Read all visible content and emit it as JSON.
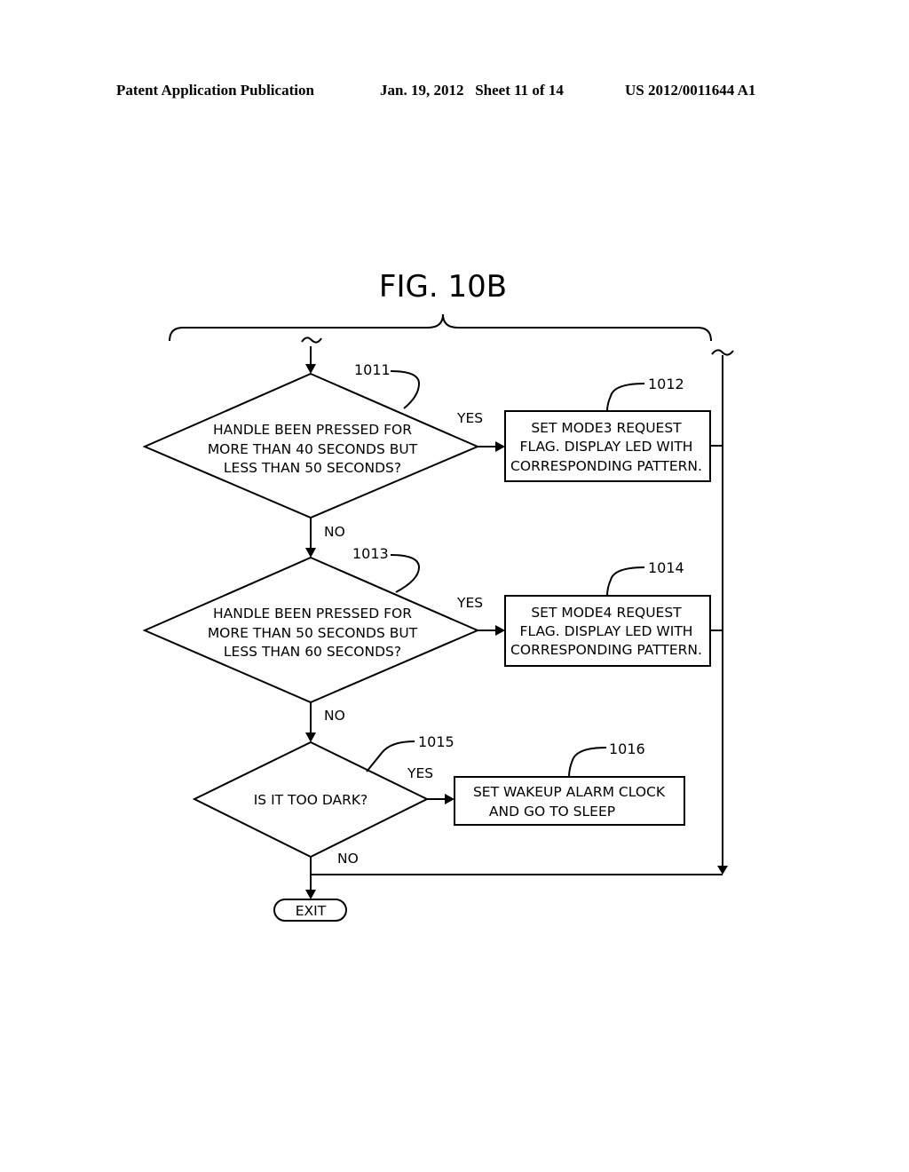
{
  "header": {
    "publication": "Patent Application Publication",
    "date_sheet": "Jan. 19, 2012   Sheet 11 of 14",
    "number": "US 2012/0011644 A1"
  },
  "figure": {
    "title": "FIG. 10B"
  },
  "nodes": {
    "d1011": {
      "ref": "1011",
      "lines": [
        "HANDLE  BEEN  PRESSED  FOR",
        "MORE  THAN  40  SECONDS  BUT",
        "LESS  THAN  50  SECONDS?"
      ]
    },
    "p1012": {
      "ref": "1012",
      "lines": [
        "SET  MODE3  REQUEST",
        "FLAG. DISPLAY  LED  WITH",
        "CORRESPONDING  PATTERN."
      ]
    },
    "d1013": {
      "ref": "1013",
      "lines": [
        "HANDLE  BEEN  PRESSED  FOR",
        "MORE  THAN  50  SECONDS  BUT",
        "LESS  THAN  60  SECONDS?"
      ]
    },
    "p1014": {
      "ref": "1014",
      "lines": [
        "SET  MODE4  REQUEST",
        "FLAG. DISPLAY  LED  WITH",
        "CORRESPONDING  PATTERN."
      ]
    },
    "d1015": {
      "ref": "1015",
      "lines": [
        "IS  IT  TOO  DARK?"
      ]
    },
    "p1016": {
      "ref": "1016",
      "lines": [
        "SET  WAKEUP  ALARM  CLOCK",
        "AND  GO  TO  SLEEP"
      ]
    },
    "exit": {
      "label": "EXIT"
    }
  },
  "edges": {
    "yes": "YES",
    "no": "NO"
  }
}
